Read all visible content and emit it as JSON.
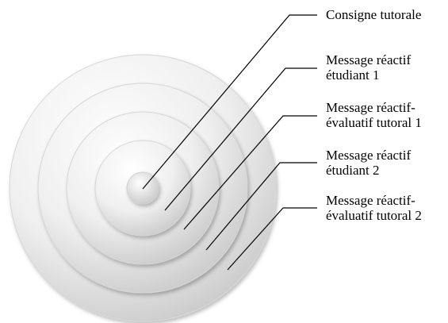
{
  "labels": [
    {
      "lines": [
        "Consigne tutorale"
      ]
    },
    {
      "lines": [
        "Message réactif",
        "étudiant 1"
      ]
    },
    {
      "lines": [
        "Message réactif-",
        "évaluatif tutoral 1"
      ]
    },
    {
      "lines": [
        "Message réactif",
        "étudiant 2"
      ]
    },
    {
      "lines": [
        "Message réactif-",
        "évaluatif tutoral 2"
      ]
    }
  ],
  "colors": {
    "ring_light": "#ffffff",
    "ring_dark": "#b9b9b9",
    "leader": "#000000"
  }
}
